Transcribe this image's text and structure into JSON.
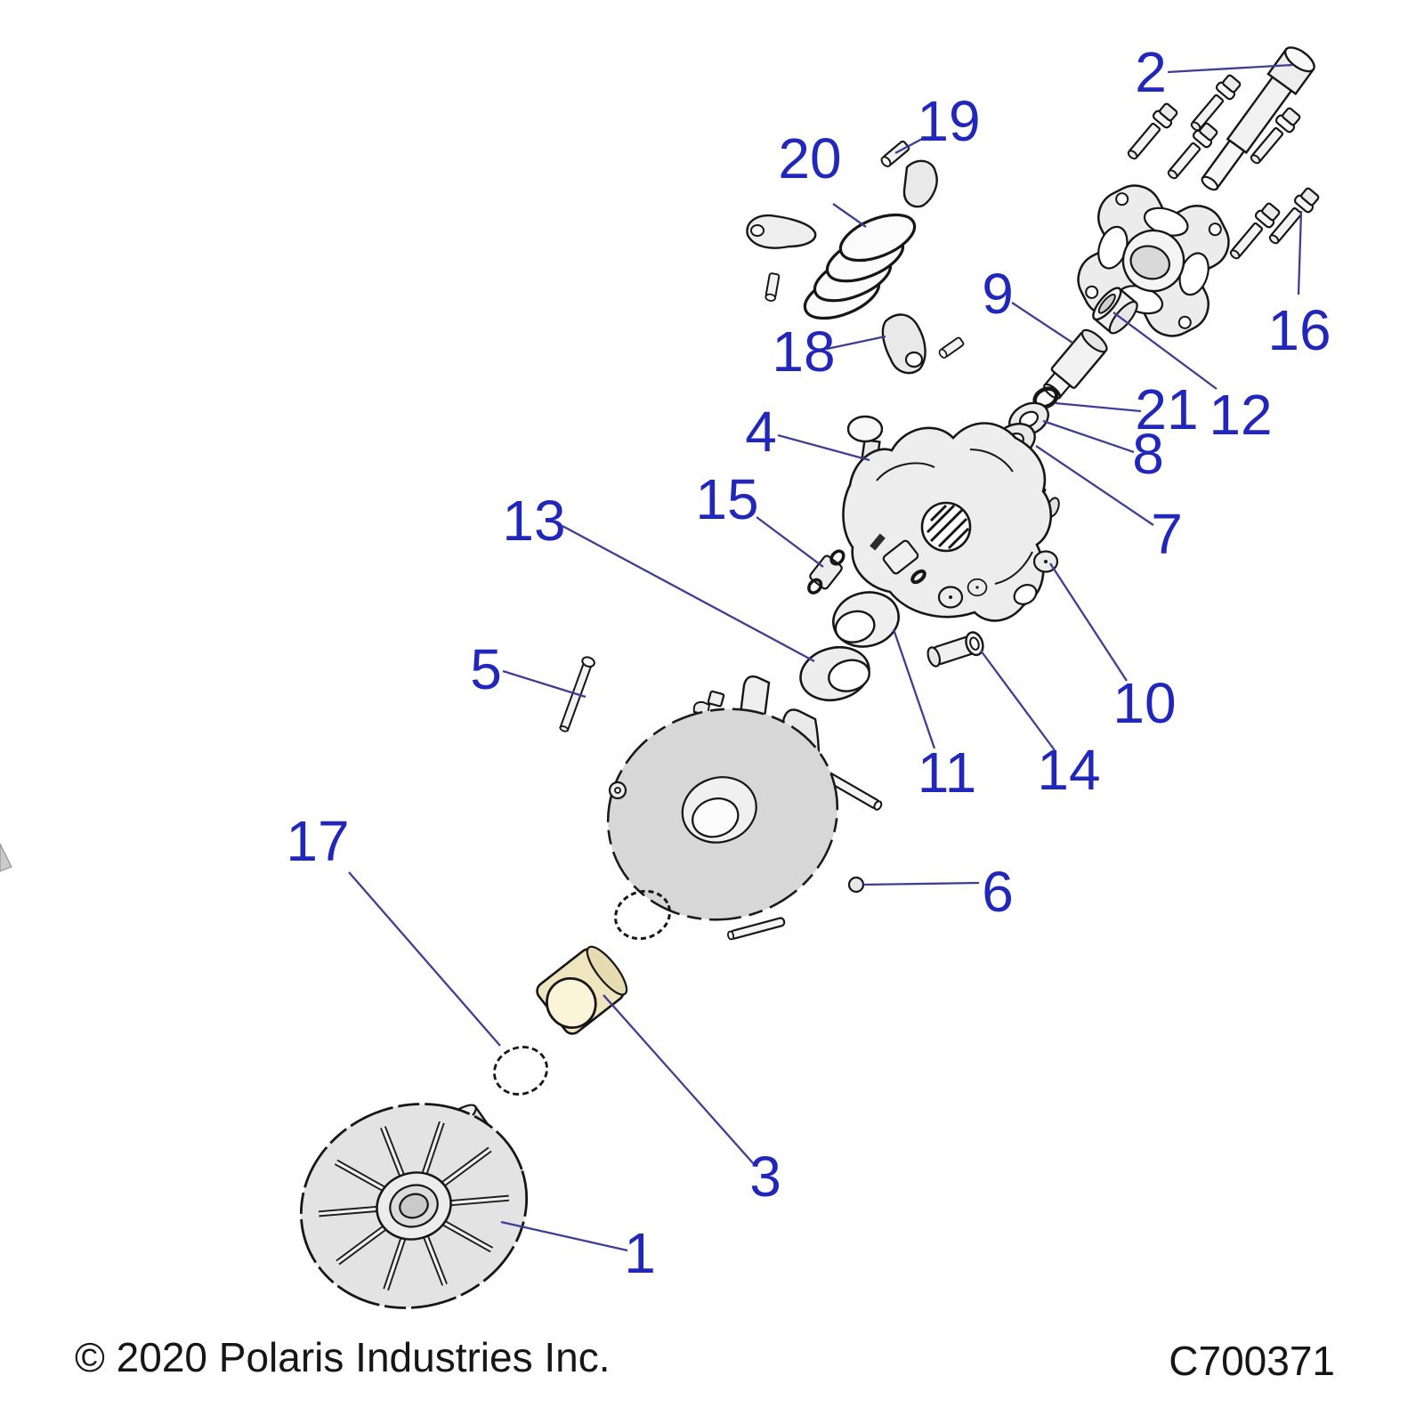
{
  "footer": {
    "copyright": "© 2020 Polaris Industries Inc.",
    "code": "C700371"
  },
  "colors": {
    "callout_blue": "#2227bc",
    "leader_blue": "#3e3e94",
    "line_ink": "#161616",
    "metal_light": "#f0f0f0",
    "metal_mid": "#d7d7d7",
    "bushing_tan": "#efe5bf",
    "background": "#ffffff"
  },
  "callouts": [
    {
      "label": "1"
    },
    {
      "label": "2"
    },
    {
      "label": "3"
    },
    {
      "label": "4"
    },
    {
      "label": "5"
    },
    {
      "label": "6"
    },
    {
      "label": "7"
    },
    {
      "label": "8"
    },
    {
      "label": "9"
    },
    {
      "label": "10"
    },
    {
      "label": "11"
    },
    {
      "label": "12"
    },
    {
      "label": "13"
    },
    {
      "label": "14"
    },
    {
      "label": "15"
    },
    {
      "label": "16"
    },
    {
      "label": "17"
    },
    {
      "label": "18"
    },
    {
      "label": "19"
    },
    {
      "label": "20"
    },
    {
      "label": "21"
    }
  ]
}
